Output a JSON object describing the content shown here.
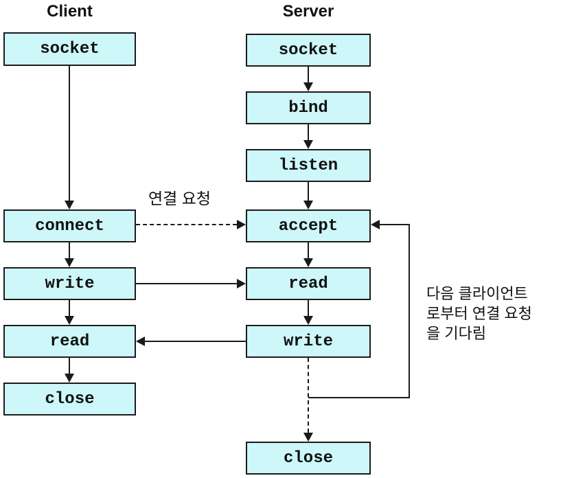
{
  "columns": {
    "client": {
      "title": "Client",
      "steps": [
        "socket",
        "connect",
        "write",
        "read",
        "close"
      ]
    },
    "server": {
      "title": "Server",
      "steps": [
        "socket",
        "bind",
        "listen",
        "accept",
        "read",
        "write",
        "close"
      ]
    }
  },
  "annotations": {
    "connection_request_label": "연결 요청",
    "wait_note": {
      "line1": "다음 클라이언트",
      "line2": "로부터 연결 요청",
      "line3": "을 기다림"
    }
  },
  "colors": {
    "box_fill": "#CDF7F9",
    "box_border": "#1A1A1A",
    "line": "#1A1A1A",
    "background": "#FFFFFF"
  }
}
